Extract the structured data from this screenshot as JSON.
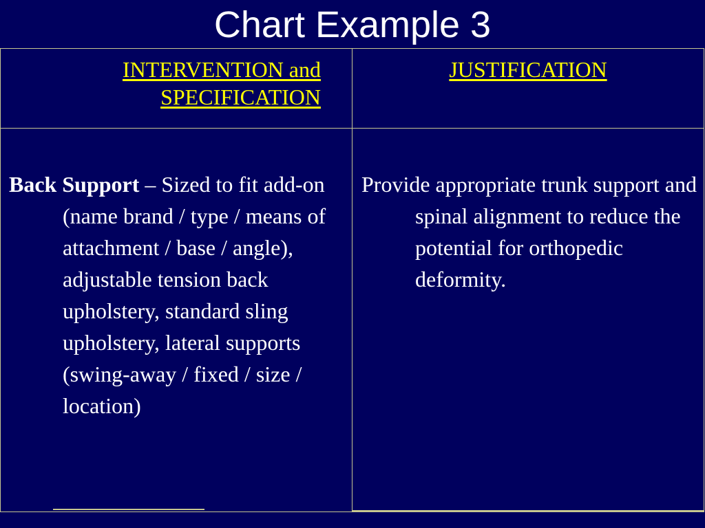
{
  "slide": {
    "title": "Chart Example 3"
  },
  "table": {
    "headers": {
      "left": "INTERVENTION and SPECIFICATION",
      "right": "JUSTIFICATION"
    },
    "rows": [
      {
        "intervention_lead": "Back Support",
        "intervention_rest": " – Sized to fit add-on (name brand / type / means of attachment / base / angle), adjustable tension back upholstery, standard sling upholstery, lateral supports (swing-away / fixed / size / location)",
        "justification": "Provide appropriate trunk support and spinal alignment to reduce the potential for orthopedic deformity."
      }
    ]
  },
  "colors": {
    "background": "#00005e",
    "header_text": "#ffff00",
    "body_text": "#ffffff",
    "rule": "#c8c890"
  }
}
